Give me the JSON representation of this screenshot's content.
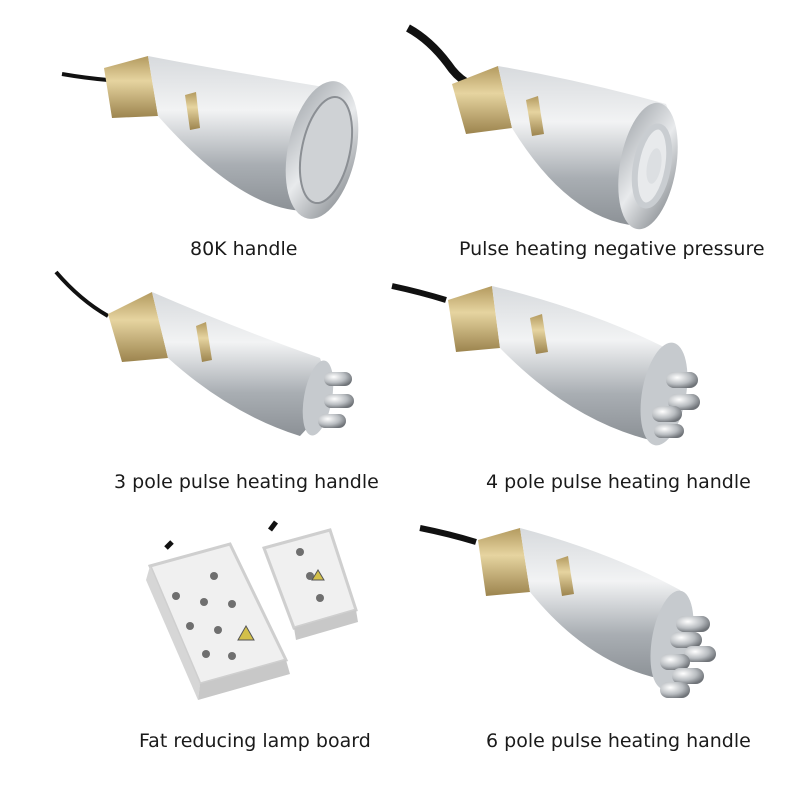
{
  "captions": {
    "handle_80k": "80K handle",
    "negative_pressure": "Pulse heating negative pressure",
    "pole3": "3 pole pulse heating handle",
    "pole4": "4 pole pulse heating handle",
    "lamp_board": "Fat reducing lamp board",
    "pole6": "6 pole pulse heating handle"
  },
  "colors": {
    "background": "#ffffff",
    "silver": "#b9bdc2",
    "gold": "#c9b27a",
    "cable": "#111111",
    "board": "#eeeeee",
    "led": "#6f6f6f"
  }
}
